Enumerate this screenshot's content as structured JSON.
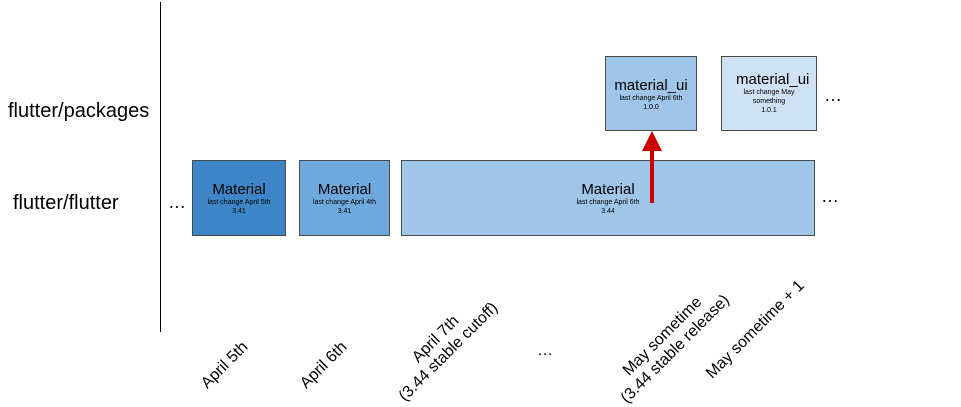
{
  "rows": {
    "packages": "flutter/packages",
    "flutter": "flutter/flutter"
  },
  "ellipsis": "…",
  "boxes": {
    "mat_apr5": {
      "title": "Material",
      "change": "last change April 5th",
      "version": "3.41",
      "fill": "#3d85c6"
    },
    "mat_apr6": {
      "title": "Material",
      "change": "last change April 4th",
      "version": "3.41",
      "fill": "#6fa8dc"
    },
    "mat_wide": {
      "title": "Material",
      "change": "last change April 6th",
      "version": "3.44",
      "fill": "#9fc5e8"
    },
    "mui_100": {
      "title": "material_ui",
      "change": "last change April 6th",
      "version": "1.0.0",
      "fill": "#9fc5e8"
    },
    "mui_101": {
      "title": "material_ui",
      "change": "last change May something",
      "version": "1.0.1",
      "fill": "#cfe2f3"
    }
  },
  "arrow_color": "#cc0000",
  "dates": {
    "d1": "April 5th",
    "d2": "April 6th",
    "d3_line1": "April 7th",
    "d3_line2": "(3.44 stable cutoff)",
    "d4": "…",
    "d5_line1": "May sometime",
    "d5_line2": "(3.44 stable release)",
    "d6": "May sometime + 1"
  }
}
